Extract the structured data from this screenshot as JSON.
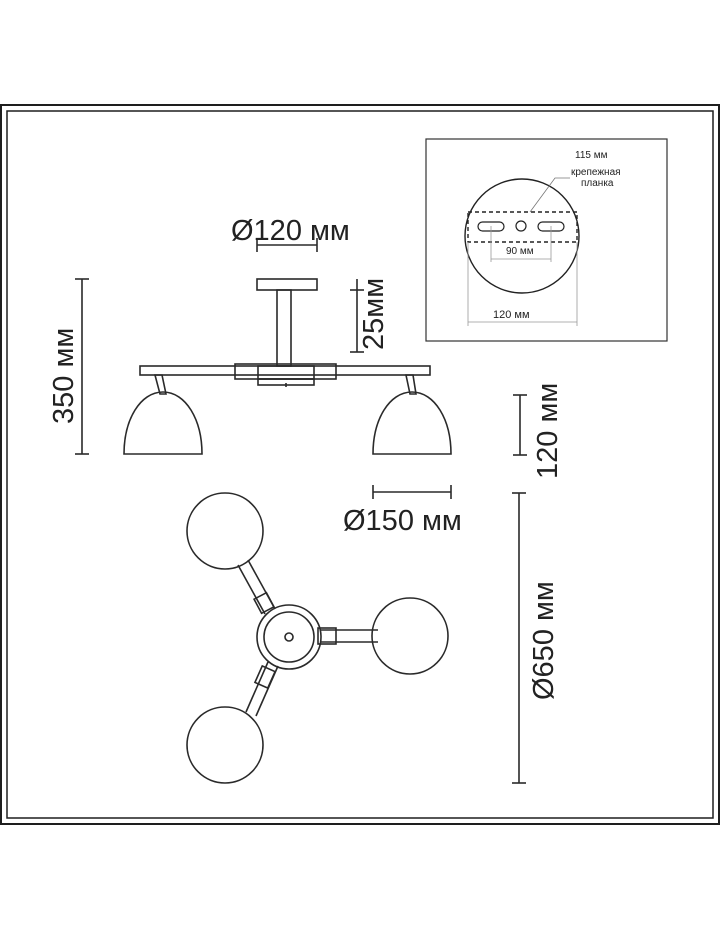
{
  "dimensions": {
    "canopy_diameter": "Ø120 мм",
    "rod_length": "25мм",
    "total_height": "350 мм",
    "shade_height": "120 мм",
    "shade_diameter": "Ø150 мм",
    "overall_diameter": "Ø650 мм"
  },
  "mounting_inset": {
    "screw_spacing_outer": "115 мм",
    "bracket_label_line1": "крепежная",
    "bracket_label_line2": "планка",
    "screw_spacing_inner": "90 мм",
    "plate_width": "120 мм"
  },
  "colors": {
    "line": "#2a2a2a",
    "border": "#1e1e1e",
    "text": "#222222"
  }
}
